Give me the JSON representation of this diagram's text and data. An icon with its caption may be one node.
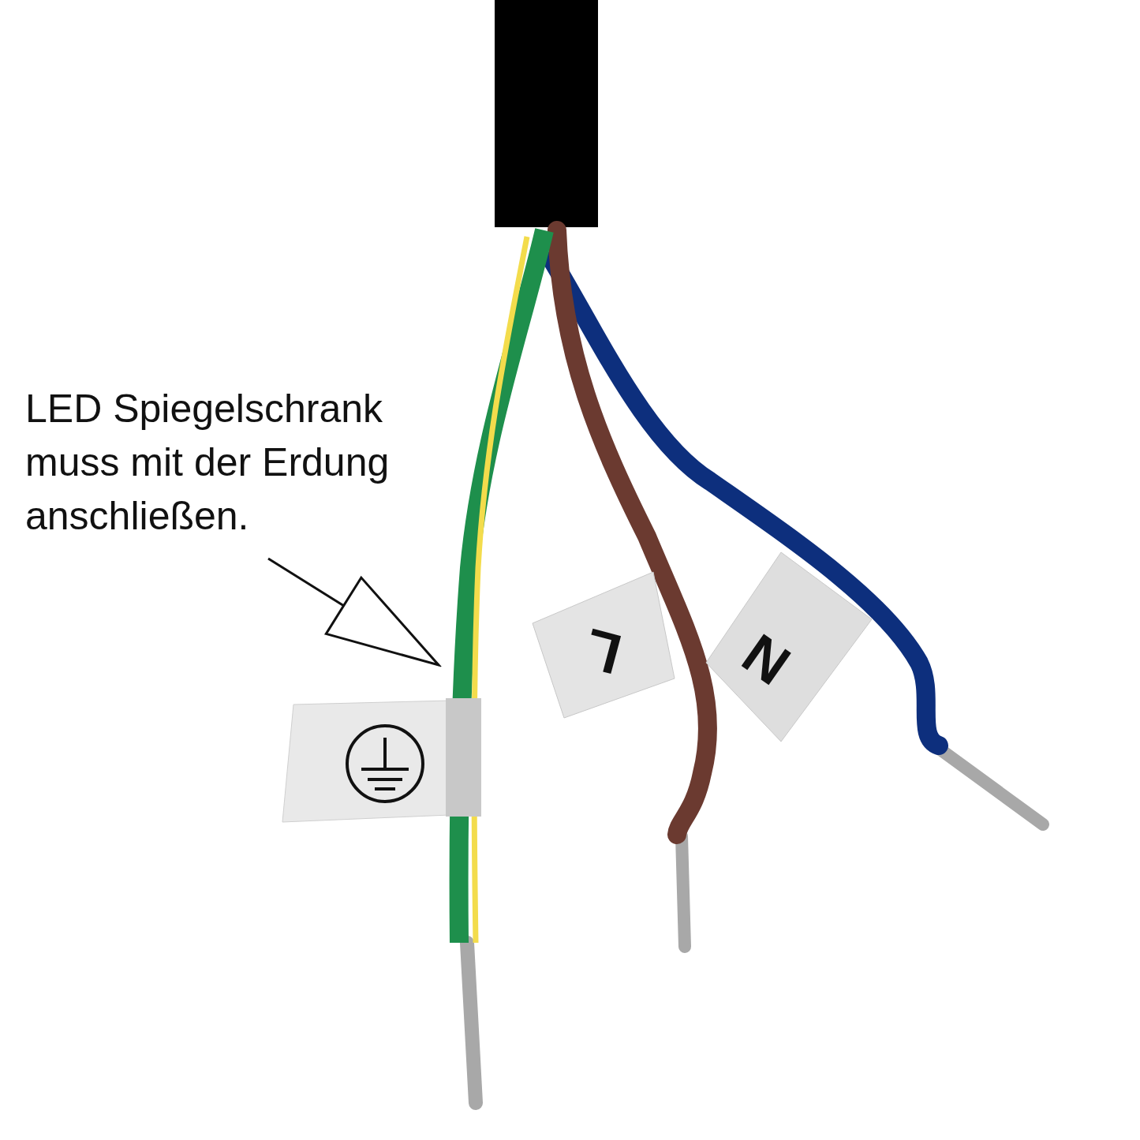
{
  "diagram": {
    "nodes": [
      {
        "text": [
          "LED Spiegelschrank muss mit der Erdung anschließen."
        ]
      },
      {
        "text": [],
        "shape": "picture"
      }
    ],
    "edges": [
      {
        "from": 0,
        "to": 1,
        "arrow": "to"
      }
    ],
    "labels": [
      "L",
      "N"
    ]
  }
}
